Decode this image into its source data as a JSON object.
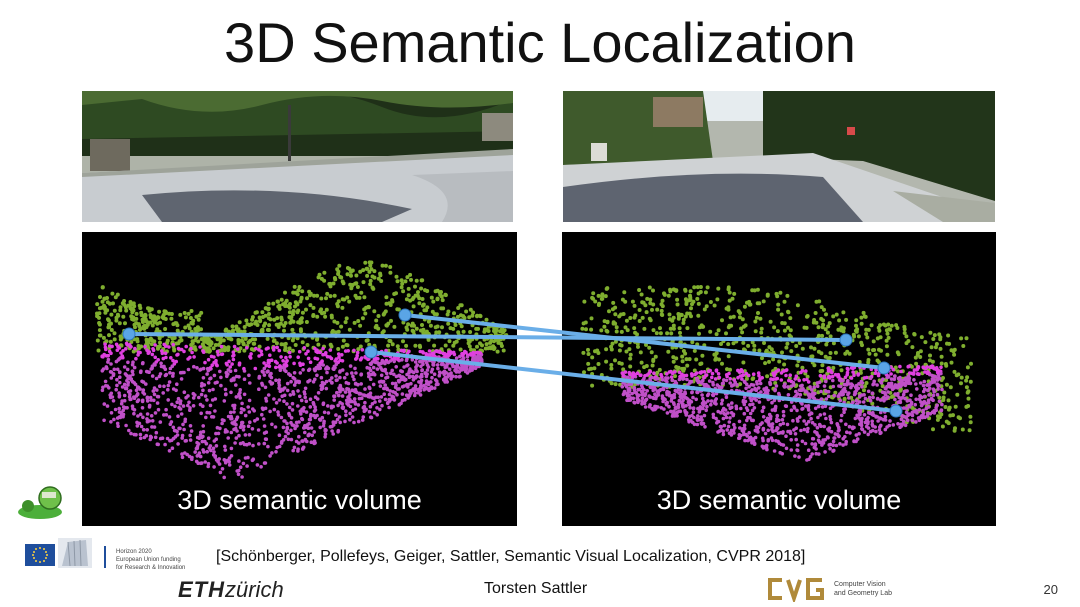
{
  "slide": {
    "title": "3D Semantic Localization",
    "left_caption": "3D semantic volume",
    "right_caption": "3D semantic volume",
    "citation": "[Schönberger, Pollefeys, Geiger, Sattler, Semantic Visual Localization, CVPR 2018]",
    "author": "Torsten Sattler",
    "page_number": "20"
  },
  "footer": {
    "horizon_line1": "Horizon 2020",
    "horizon_line2": "European Union funding",
    "horizon_line3": "for Research & Innovation",
    "eth_bold": "ETH",
    "eth_italic": "zürich",
    "cvg_line1": "Computer Vision",
    "cvg_line2": "and Geometry Lab"
  },
  "colors": {
    "vegetation": "#7fae2f",
    "road": "#c050c8",
    "road_bright": "#e040e0",
    "match_line": "#6aaee8",
    "match_point": "#5aa5e6"
  }
}
